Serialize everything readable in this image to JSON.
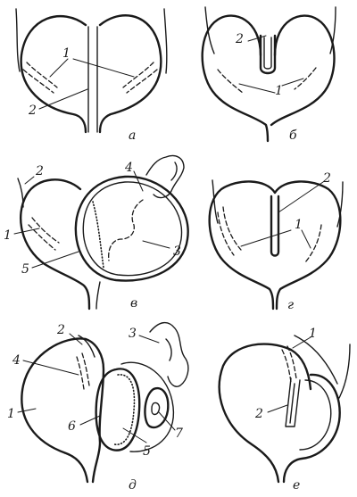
{
  "panels": [
    {
      "id": "a",
      "caption": "а",
      "labels": [
        "1",
        "2"
      ]
    },
    {
      "id": "b",
      "caption": "б",
      "labels": [
        "2",
        "1"
      ]
    },
    {
      "id": "v",
      "caption": "в",
      "labels": [
        "2",
        "4",
        "1",
        "5",
        "3"
      ]
    },
    {
      "id": "g",
      "caption": "г",
      "labels": [
        "2",
        "1"
      ]
    },
    {
      "id": "d",
      "caption": "д",
      "labels": [
        "2",
        "3",
        "4",
        "1",
        "6",
        "7",
        "5"
      ]
    },
    {
      "id": "e",
      "caption": "е",
      "labels": [
        "1",
        "2"
      ]
    }
  ]
}
